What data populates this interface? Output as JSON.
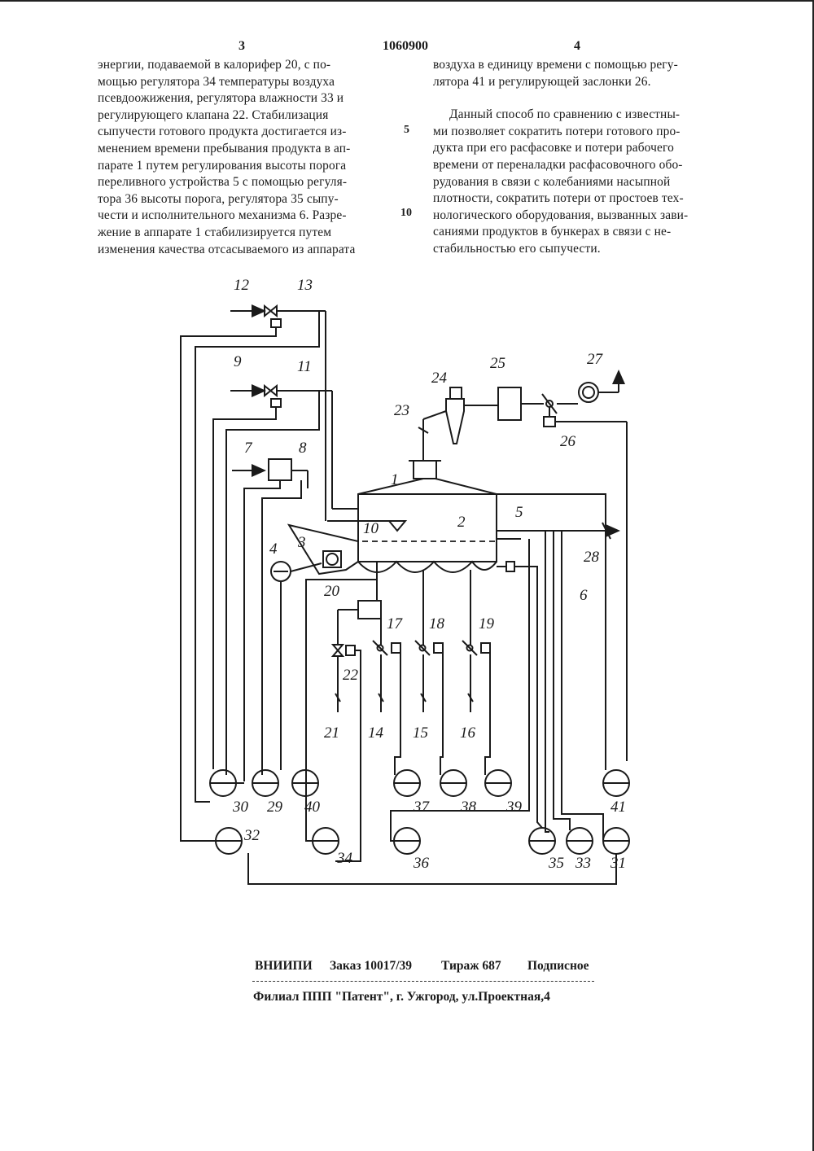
{
  "header": {
    "left_page": "3",
    "patent_number": "1060900",
    "right_page": "4"
  },
  "left_column": [
    "энергии, подаваемой в калорифер 20, с по-",
    "мощью регулятора 34 температуры воздуха",
    "псевдоожижения, регулятора влажности 33 и",
    "регулирующего клапана 22. Стабилизация",
    "сыпучести готового продукта достигается из-",
    "менением времени пребывания продукта в ап-",
    "парате 1 путем регулирования высоты порога",
    "переливного устройства 5 с помощью регуля-",
    "тора 36 высоты порога, регулятора 35 сыпу-",
    "чести и исполнительного механизма 6. Разре-",
    "жение в аппарате 1 стабилизируется путем",
    "изменения качества отсасываемого из аппарата"
  ],
  "right_column_p1": [
    "воздуха в единицу времени с помощью регу-",
    "лятора 41 и регулирующей заслонки 26."
  ],
  "right_column_p2": [
    "Данный способ по сравнению с известны-",
    "ми позволяет сократить потери готового про-",
    "дукта при его расфасовке и потери рабочего",
    "времени от переналадки расфасовочного обо-",
    "рудования в связи с колебаниями насыпной",
    "плотности, сократить потери от простоев тех-",
    "нологического оборудования, вызванных зави-",
    "саниями продуктов в бункерах в связи с не-",
    "стабильностью его сыпучести."
  ],
  "line_numbers": [
    "5",
    "10"
  ],
  "diagram_labels": [
    "1",
    "2",
    "3",
    "4",
    "5",
    "6",
    "7",
    "8",
    "9",
    "10",
    "11",
    "12",
    "13",
    "14",
    "15",
    "16",
    "17",
    "18",
    "19",
    "20",
    "21",
    "22",
    "23",
    "24",
    "25",
    "26",
    "27",
    "28",
    "29",
    "30",
    "31",
    "32",
    "33",
    "34",
    "35",
    "36",
    "37",
    "38",
    "39",
    "40",
    "41"
  ],
  "footer": {
    "org": "ВНИИПИ",
    "order": "Заказ 10017/39",
    "circulation": "Тираж 687",
    "subscription": "Подписное",
    "branch": "Филиал ППП \"Патент\", г. Ужгород, ул.Проектная,4"
  }
}
